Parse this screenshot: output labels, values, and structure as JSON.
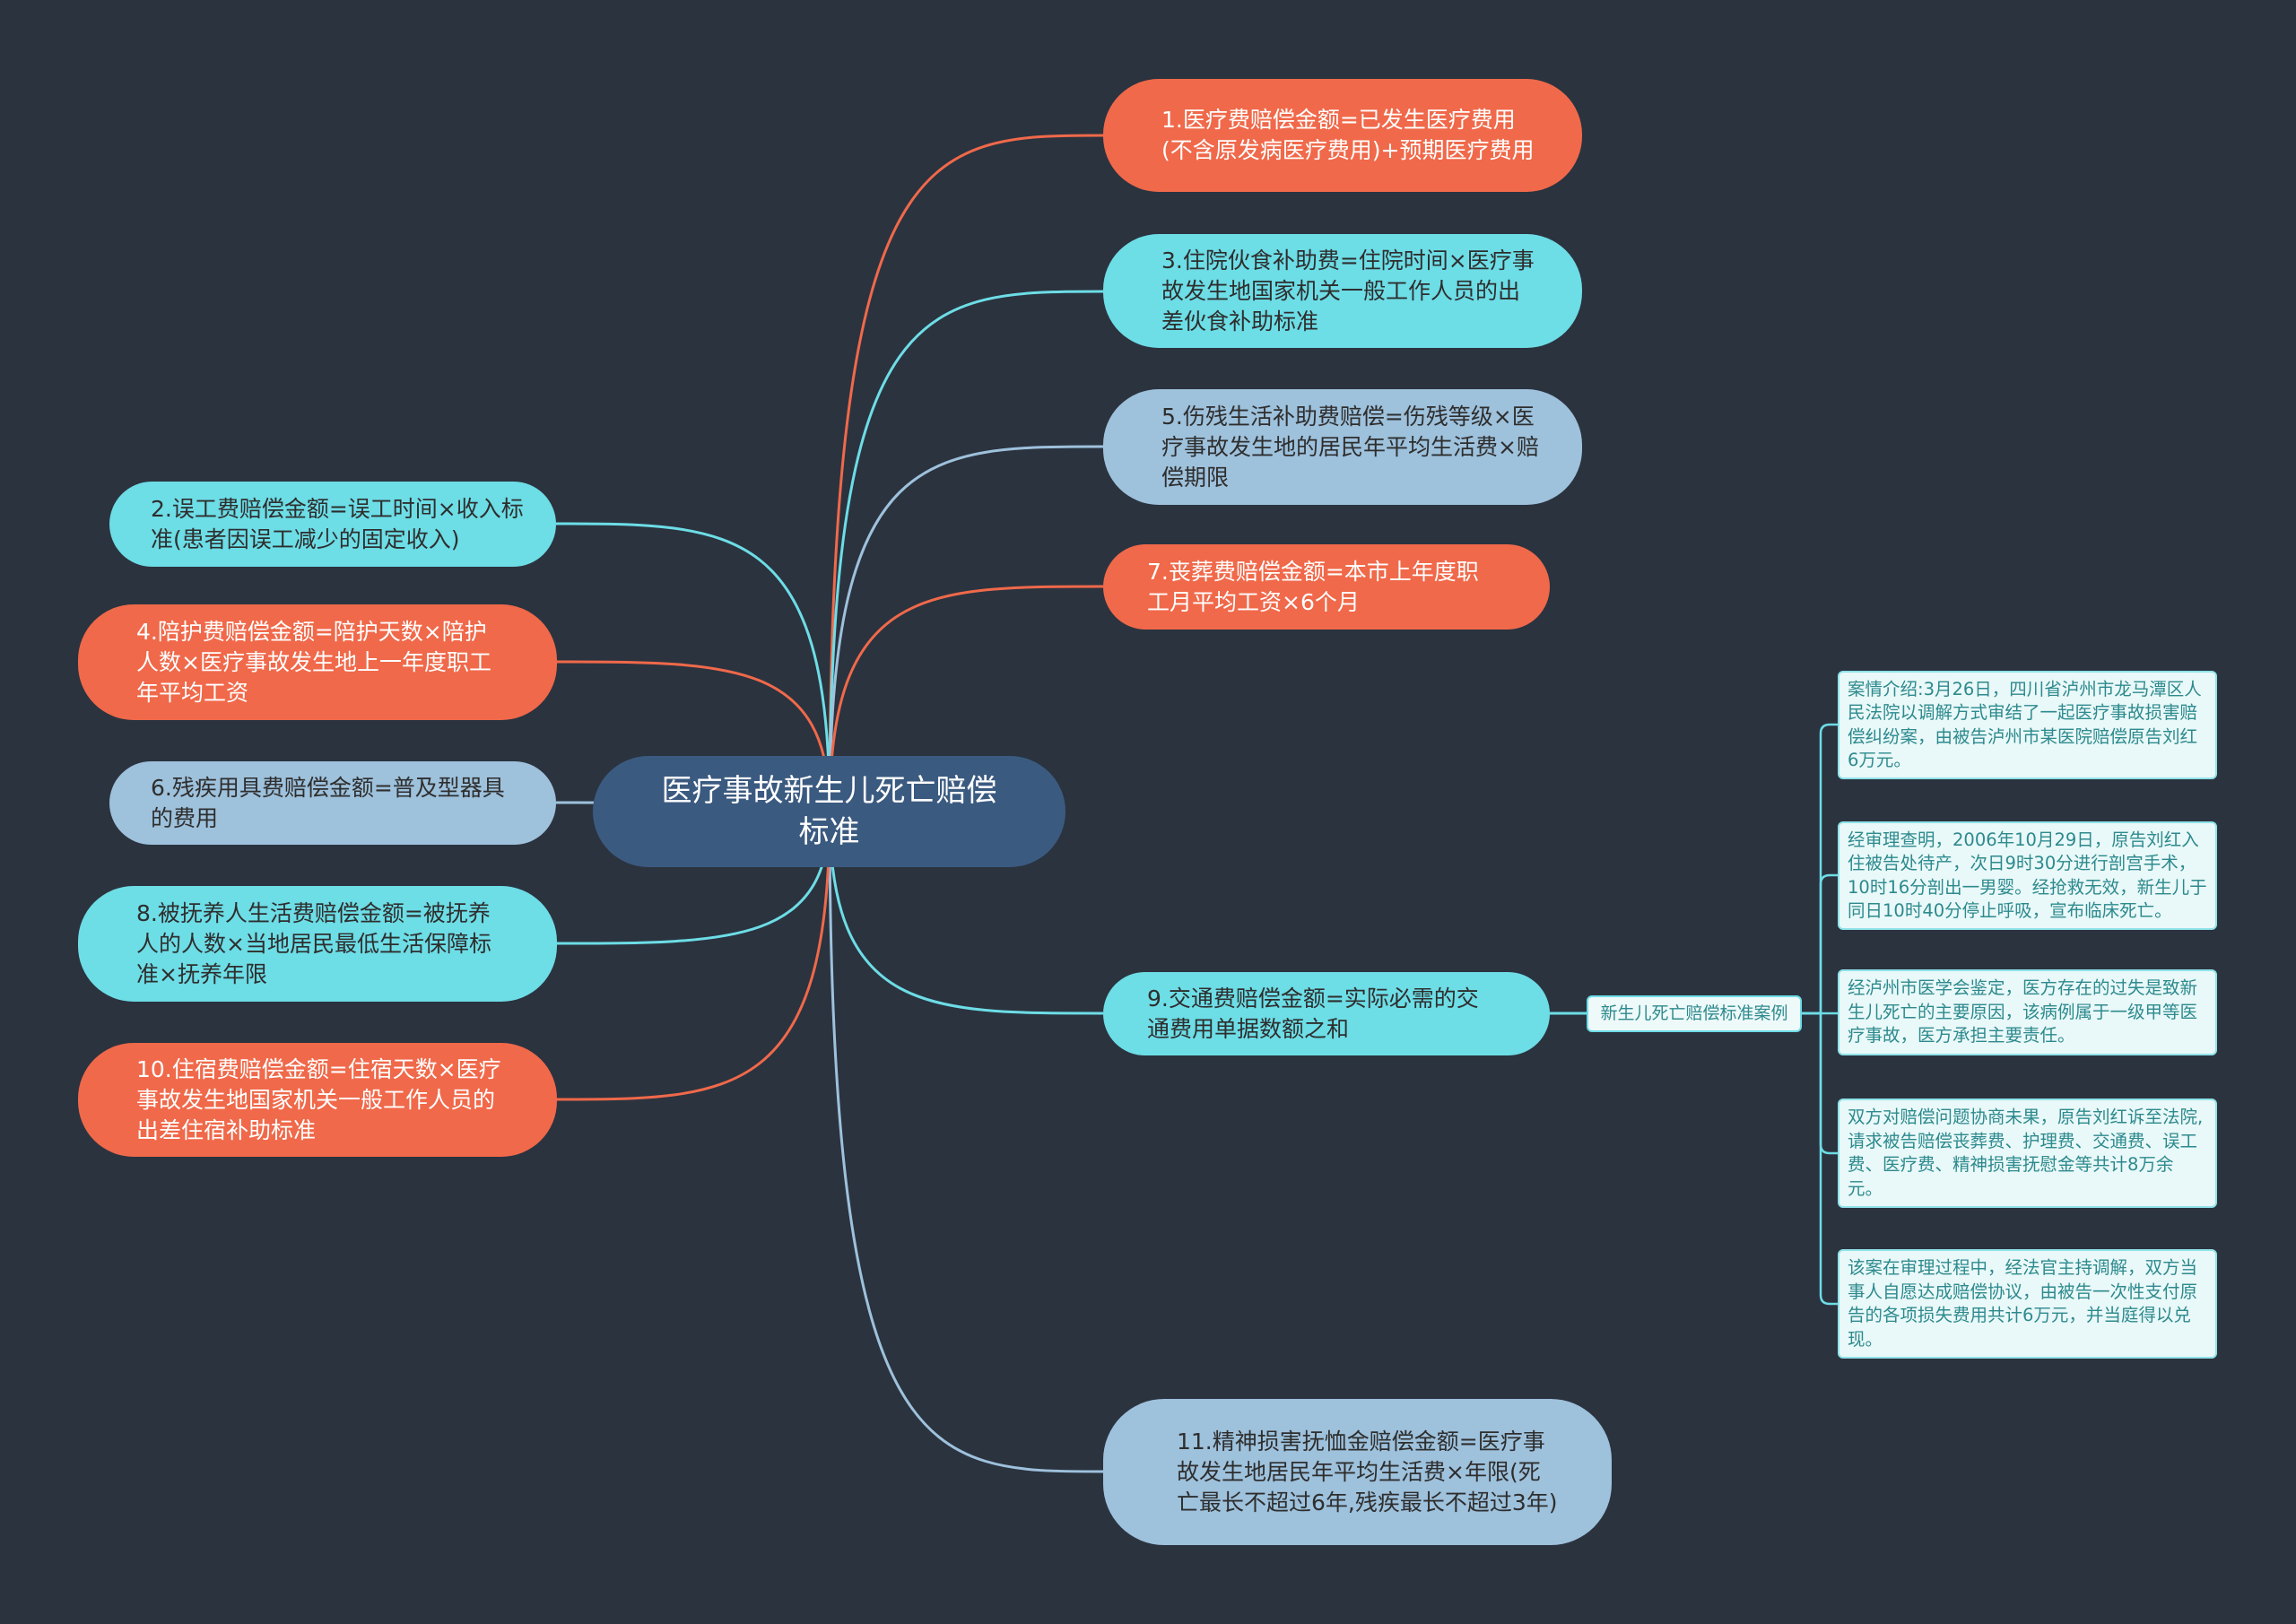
{
  "root": {
    "label": "医疗事故新生儿死亡赔偿标准"
  },
  "branches": {
    "r1": {
      "label": "1.医疗费赔偿金额=已发生医疗费用(不含原发病医疗费用)+预期医疗费用",
      "color": "#f0694a"
    },
    "r3": {
      "label": "3.住院伙食补助费=住院时间×医疗事故发生地国家机关一般工作人员的出差伙食补助标准",
      "color": "#6ddde6"
    },
    "r5": {
      "label": "5.伤残生活补助费赔偿=伤残等级×医疗事故发生地的居民年平均生活费×赔偿期限",
      "color": "#9ec1dc"
    },
    "r7": {
      "label": "7.丧葬费赔偿金额=本市上年度职工月平均工资×6个月",
      "color": "#f0694a"
    },
    "r9": {
      "label": "9.交通费赔偿金额=实际必需的交通费用单据数额之和",
      "color": "#6ddde6"
    },
    "r11": {
      "label": "11.精神损害抚恤金赔偿金额=医疗事故发生地居民年平均生活费×年限(死亡最长不超过6年,残疾最长不超过3年)",
      "color": "#9ec1dc"
    },
    "l2": {
      "label": "2.误工费赔偿金额=误工时间×收入标准(患者因误工减少的固定收入)",
      "color": "#6ddde6"
    },
    "l4": {
      "label": "4.陪护费赔偿金额=陪护天数×陪护人数×医疗事故发生地上一年度职工年平均工资",
      "color": "#f0694a"
    },
    "l6": {
      "label": "6.残疾用具费赔偿金额=普及型器具的费用",
      "color": "#9ec1dc"
    },
    "l8": {
      "label": "8.被抚养人生活费赔偿金额=被抚养人的人数×当地居民最低生活保障标准×抚养年限",
      "color": "#6ddde6"
    },
    "l10": {
      "label": "10.住宿费赔偿金额=住宿天数×医疗事故发生地国家机关一般工作人员的出差住宿补助标准",
      "color": "#f0694a"
    }
  },
  "case_node": {
    "label": "新生儿死亡赔偿标准案例"
  },
  "case_details": [
    "案情介绍:3月26日，四川省泸州市龙马潭区人民法院以调解方式审结了一起医疗事故损害赔偿纠纷案，由被告泸州市某医院赔偿原告刘红6万元。",
    "经审理查明，2006年10月29日，原告刘红入住被告处待产，次日9时30分进行剖宫手术，10时16分剖出一男婴。经抢救无效，新生儿于同日10时40分停止呼吸，宣布临床死亡。",
    "经泸州市医学会鉴定，医方存在的过失是致新生儿死亡的主要原因，该病例属于一级甲等医疗事故，医方承担主要责任。",
    "双方对赔偿问题协商未果，原告刘红诉至法院,请求被告赔偿丧葬费、护理费、交通费、误工费、医疗费、精神损害抚慰金等共计8万余元。",
    "该案在审理过程中，经法官主持调解，双方当事人自愿达成赔偿协议，由被告一次性支付原告的各项损失费用共计6万元，并当庭得以兑现。"
  ],
  "colors": {
    "background": "#2b333f",
    "root": "#3b5a80",
    "orange": "#f0694a",
    "cyan": "#6ddde6",
    "lightblue": "#9ec1dc",
    "case_text": "#2d8a8e"
  }
}
